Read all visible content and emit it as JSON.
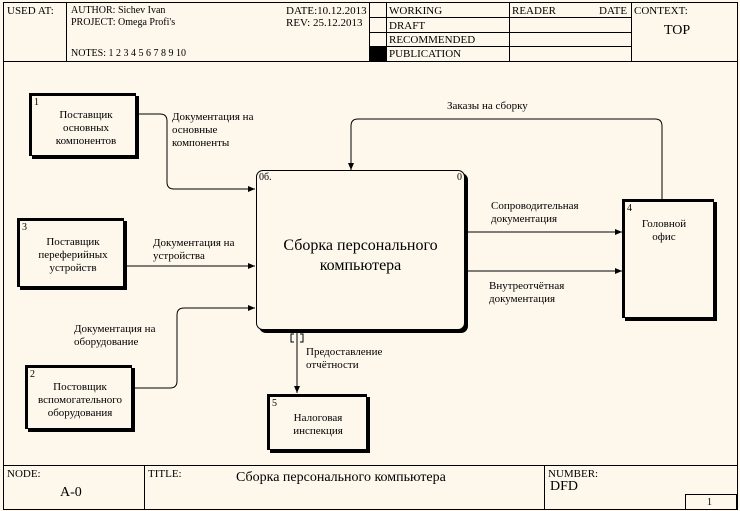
{
  "header": {
    "used_at": "USED AT:",
    "author": "AUTHOR:  Sichev Ivan",
    "project": "PROJECT:  Omega Profi's",
    "notes": "NOTES:  1  2  3  4  5  6  7  8  9  10",
    "date": "DATE:10.12.2013",
    "rev": "REV:   25.12.2013",
    "status": [
      "WORKING",
      "DRAFT",
      "RECOMMENDED",
      "PUBLICATION"
    ],
    "reader": "READER",
    "date2": "DATE",
    "context": "CONTEXT:",
    "context_value": "TOP"
  },
  "diagram": {
    "main": {
      "label": "Сборка персонального компьютера",
      "corner_left": "0б.",
      "corner_right": "0"
    },
    "boxes": [
      {
        "num": "1",
        "label": "Поставщик основных компонентов"
      },
      {
        "num": "3",
        "label": "Поставщик переферийных устройств"
      },
      {
        "num": "2",
        "label": "Постовщик вспомогательного оборудования"
      },
      {
        "num": "5",
        "label": "Налоговая инспекция"
      },
      {
        "num": "4",
        "label": "Головной офис"
      }
    ],
    "arrows": {
      "a1": "Документация на основные компоненты",
      "a2": "Документация на устройства",
      "a3": "Документация на оборудование",
      "a4": "Заказы на сборку",
      "a5": "Сопроводительная документация",
      "a6": "Внутреотчётная документация",
      "a7": "Предоставление отчётности"
    }
  },
  "footer": {
    "node": "NODE:",
    "node_value": "A-0",
    "title": "TITLE:",
    "title_value": "Сборка персонального  компьютера",
    "number": "NUMBER:",
    "number_value": "DFD",
    "page": "1"
  }
}
